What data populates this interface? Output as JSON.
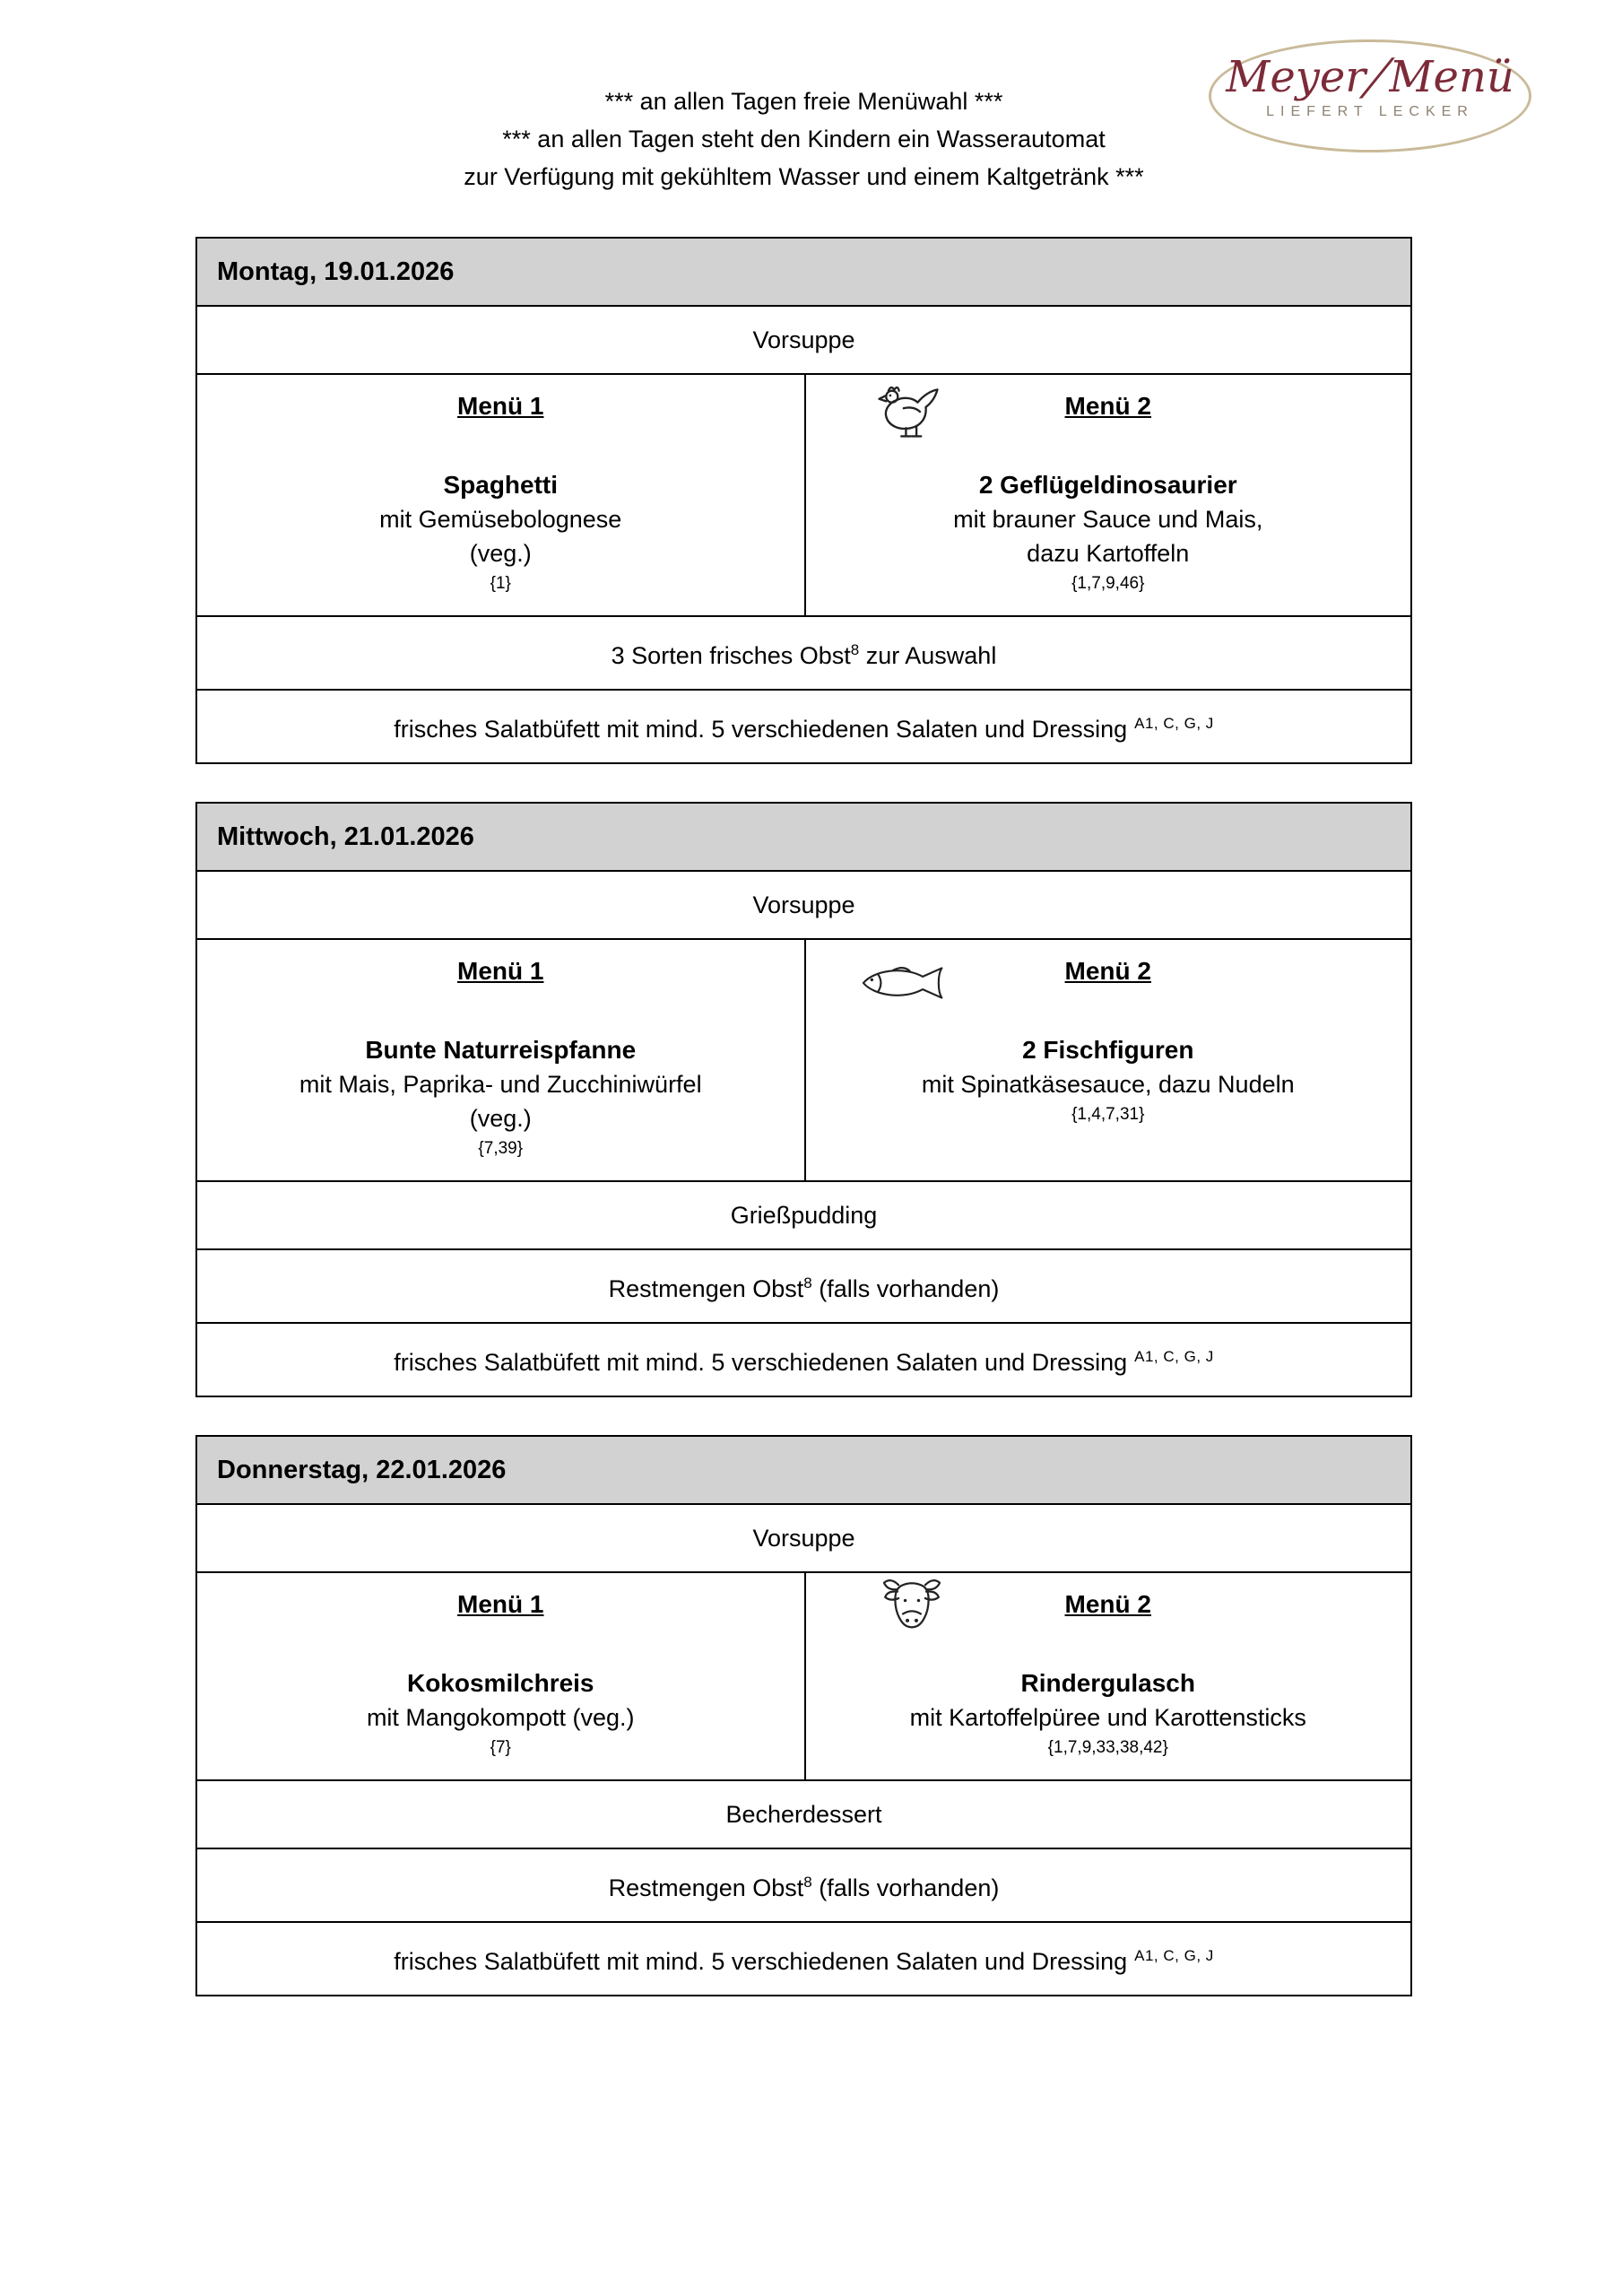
{
  "header": {
    "line1": "*** an allen Tagen freie Menüwahl ***",
    "line2": "*** an allen Tagen steht den Kindern ein Wasserautomat",
    "line3": "zur Verfügung mit gekühltem Wasser und einem Kaltgetränk ***"
  },
  "logo": {
    "word1": "Meyer",
    "separator": "/",
    "word2": "Menü",
    "tagline": "LIEFERT LECKER",
    "name_color": "#7c2b38",
    "border_color": "#c9ba99"
  },
  "common": {
    "vorsuppe": "Vorsuppe",
    "salat": {
      "text": "frisches Salatbüfett mit mind. 5 verschiedenen Salaten und Dressing",
      "sup": "A1, C, G, J"
    }
  },
  "colors": {
    "day_header_bg": "#d2d2d2",
    "border": "#000000"
  },
  "days": [
    {
      "title": "Montag, 19.01.2026",
      "menu1": {
        "heading": "Menü 1",
        "title": "Spaghetti",
        "lines": [
          "mit Gemüsebolognese",
          "(veg.)"
        ],
        "codes": "{1}"
      },
      "menu2": {
        "heading": "Menü 2",
        "icon": "chicken-icon",
        "title": "2 Geflügeldinosaurier",
        "lines": [
          "mit brauner Sauce und Mais,",
          "dazu Kartoffeln"
        ],
        "codes": "{1,7,9,46}"
      },
      "obst": {
        "pre": "3 Sorten frisches Obst",
        "sup": "8",
        "post": " zur Auswahl"
      }
    },
    {
      "title": "Mittwoch, 21.01.2026",
      "menu1": {
        "heading": "Menü 1",
        "title": "Bunte Naturreispfanne",
        "lines": [
          "mit Mais, Paprika- und Zucchiniwürfel",
          "(veg.)"
        ],
        "codes": "{7,39}"
      },
      "menu2": {
        "heading": "Menü 2",
        "icon": "fish-icon",
        "title": "2 Fischfiguren",
        "lines": [
          "mit Spinatkäsesauce, dazu Nudeln"
        ],
        "codes": "{1,4,7,31}"
      },
      "dessert": "Grießpudding",
      "rest": {
        "pre": "Restmengen Obst",
        "sup": "8",
        "post": " (falls vorhanden)"
      }
    },
    {
      "title": "Donnerstag, 22.01.2026",
      "menu1": {
        "heading": "Menü 1",
        "title": "Kokosmilchreis",
        "lines": [
          "mit Mangokompott (veg.)"
        ],
        "codes": "{7}"
      },
      "menu2": {
        "heading": "Menü 2",
        "icon": "cow-icon",
        "title": "Rindergulasch",
        "lines": [
          "mit Kartoffelpüree und Karottensticks"
        ],
        "codes": "{1,7,9,33,38,42}"
      },
      "dessert": "Becherdessert",
      "rest": {
        "pre": "Restmengen Obst",
        "sup": "8",
        "post": " (falls vorhanden)"
      }
    }
  ]
}
